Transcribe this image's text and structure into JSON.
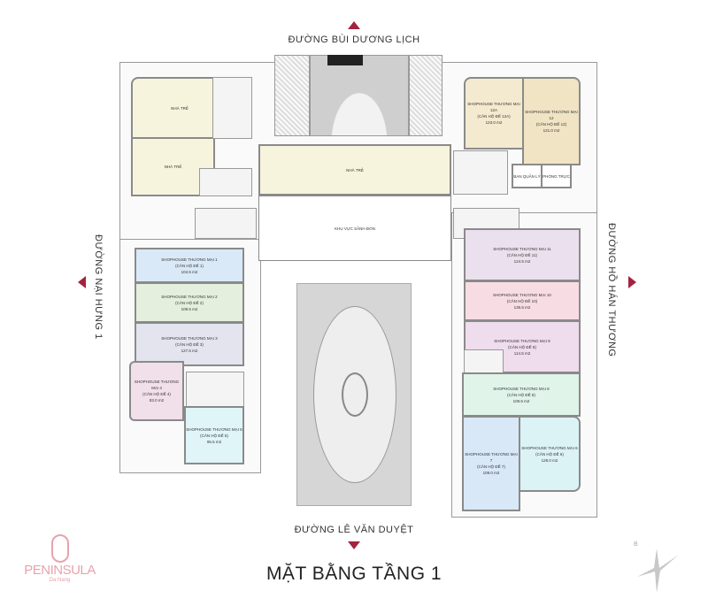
{
  "streets": {
    "top": "ĐƯỜNG BÙI DƯƠNG LỊCH",
    "bottom": "ĐƯỜNG LÊ VĂN DUYỆT",
    "left": "ĐƯỜNG NẠI HƯNG 1",
    "right": "ĐƯỜNG HỒ HÁN THƯƠNG"
  },
  "title": "MẶT BẰNG TẦNG 1",
  "logo": {
    "name": "PENINSULA",
    "sub": "Da Nang"
  },
  "compass": {
    "label": "B"
  },
  "colors": {
    "accent": "#a4233f",
    "logo": "#e8a2ad"
  },
  "areas": {
    "nha_tre_1": "NHÀ TRẺ",
    "nha_tre_2": "NHÀ TRẺ",
    "nha_tre_3": "NHÀ TRẺ",
    "sanh_don": "KHU VỰC SẢNH ĐÓN",
    "ban_quan_ly": "BAN QUẢN LÝ",
    "phong_truc": "PHÒNG TRỰC"
  },
  "shophouses": {
    "sh1": {
      "name": "SHOPHOUSE THƯƠNG MẠI 1",
      "unit": "(CĂN HỘ ĐẾ 1)",
      "area": "104.5 m2"
    },
    "sh2": {
      "name": "SHOPHOUSE THƯƠNG MẠI 2",
      "unit": "(CĂN HỘ ĐẾ 2)",
      "area": "109.5 m2"
    },
    "sh3": {
      "name": "SHOPHOUSE THƯƠNG MẠI 3",
      "unit": "(CĂN HỘ ĐẾ 3)",
      "area": "127.5 m2"
    },
    "sh4": {
      "name": "SHOPHOUSE THƯƠNG MẠI 4",
      "unit": "(CĂN HỘ ĐẾ 4)",
      "area": "83.0 m2"
    },
    "sh5": {
      "name": "SHOPHOUSE THƯƠNG MẠI 5",
      "unit": "(CĂN HỘ ĐẾ 5)",
      "area": "95.5 m2"
    },
    "sh6": {
      "name": "SHOPHOUSE THƯƠNG MẠI 6",
      "unit": "(CĂN HỘ ĐẾ 6)",
      "area": "128.0 m2"
    },
    "sh7": {
      "name": "SHOPHOUSE THƯƠNG MẠI 7",
      "unit": "(CĂN HỘ ĐẾ 7)",
      "area": "109.0 m2"
    },
    "sh8": {
      "name": "SHOPHOUSE THƯƠNG MẠI 8",
      "unit": "(CĂN HỘ ĐẾ 8)",
      "area": "109.5 m2"
    },
    "sh9": {
      "name": "SHOPHOUSE THƯƠNG MẠI 9",
      "unit": "(CĂN HỘ ĐẾ 9)",
      "area": "114.5 m2"
    },
    "sh10": {
      "name": "SHOPHOUSE THƯƠNG MẠI 10",
      "unit": "(CĂN HỘ ĐẾ 10)",
      "area": "135.5 m2"
    },
    "sh11": {
      "name": "SHOPHOUSE THƯƠNG MẠI 11",
      "unit": "(CĂN HỘ ĐẾ 11)",
      "area": "124.5 m2"
    },
    "sh12a": {
      "name": "SHOPHOUSE THƯƠNG MẠI 12A",
      "unit": "(CĂN HỘ ĐẾ 12A)",
      "area": "123.0 m2"
    },
    "sh12": {
      "name": "SHOPHOUSE THƯƠNG MẠI 12",
      "unit": "(CĂN HỘ ĐẾ 12)",
      "area": "121.0 m2"
    }
  }
}
